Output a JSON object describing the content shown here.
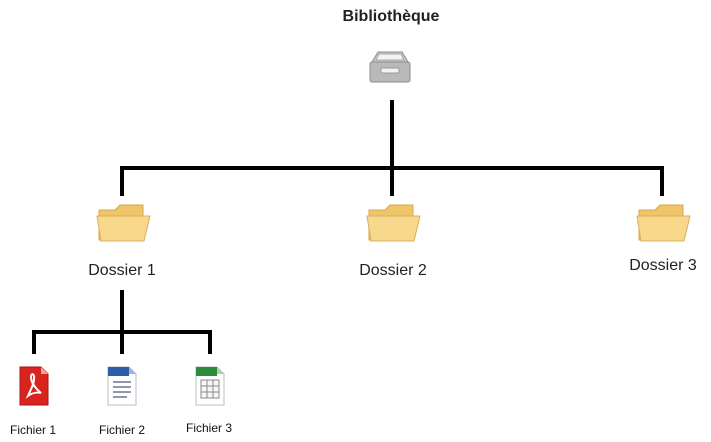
{
  "root": {
    "label": "Bibliothèque",
    "icon": "library-archive-icon"
  },
  "folders": [
    {
      "label": "Dossier 1",
      "icon": "folder-icon"
    },
    {
      "label": "Dossier 2",
      "icon": "folder-icon"
    },
    {
      "label": "Dossier 3",
      "icon": "folder-icon"
    }
  ],
  "files": [
    {
      "label": "Fichier 1",
      "icon": "pdf-file-icon"
    },
    {
      "label": "Fichier 2",
      "icon": "document-file-icon"
    },
    {
      "label": "Fichier 3",
      "icon": "spreadsheet-file-icon"
    }
  ],
  "colors": {
    "connector": "#000000",
    "folder": "#f8d98c",
    "pdf": "#d8231f",
    "document": "#2d5fa8",
    "spreadsheet": "#2f8a3b",
    "archive": "#b9b9b9"
  }
}
